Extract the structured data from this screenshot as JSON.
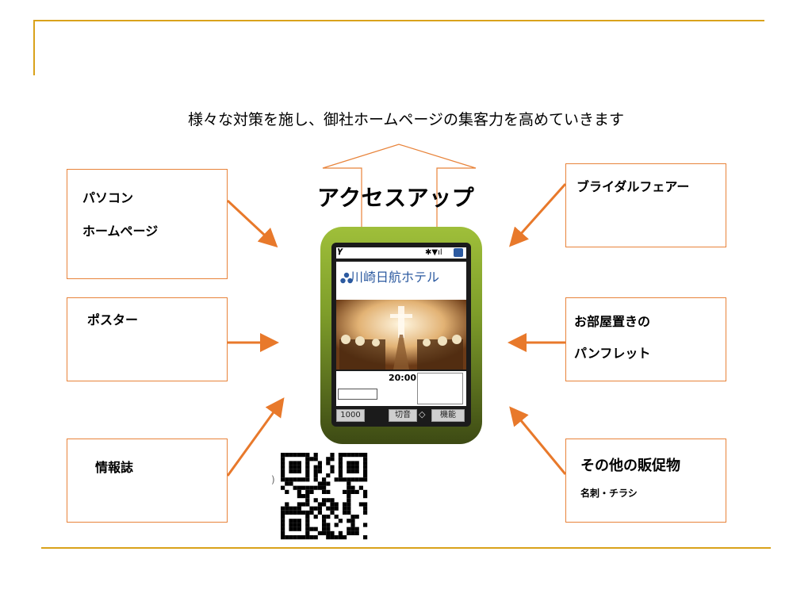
{
  "colors": {
    "frame": "#d9a21b",
    "arrow": "#e8792b",
    "box_border": "#e8833a",
    "outline_arrow": "#e8833a",
    "hotel_blue": "#2c5aa0"
  },
  "subtitle": "様々な対策を施し、御社ホームページの集客力を高めていきます",
  "headline": "アクセスアップ",
  "boxes": {
    "pc_homepage": {
      "line1": "パソコン",
      "line2": "ホームページ"
    },
    "poster": {
      "line1": "ポスター"
    },
    "magazine": {
      "line1": "情報誌"
    },
    "bridal": {
      "line1": "ブライダルフェアー"
    },
    "pamphlet": {
      "line1": "お部屋置きの",
      "line2": "パンフレット"
    },
    "other": {
      "line1": "その他の販促物",
      "line2": "名刺・チラシ"
    }
  },
  "phone": {
    "hotel_name": "川崎日航ホテル",
    "clock": "20:00",
    "softkeys": [
      "1000",
      "切音",
      "機能"
    ],
    "icons": [
      "antenna-icon",
      "signal-icon",
      "battery-icon",
      "hotel-logo-icon",
      "qr-code-icon"
    ]
  },
  "qr_mark": ")"
}
